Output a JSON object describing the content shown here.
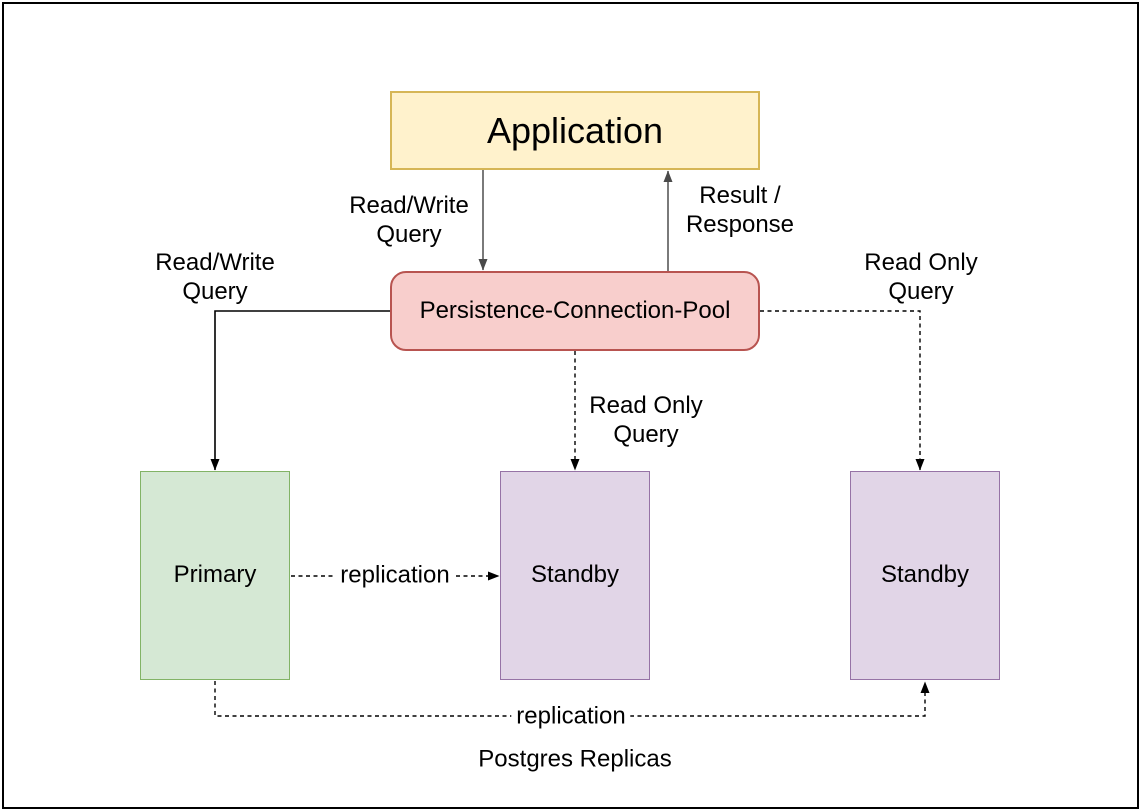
{
  "diagram": {
    "nodes": {
      "application": {
        "label": "Application",
        "fill": "#FFF2CC",
        "stroke": "#D6B656"
      },
      "connection_pool": {
        "label": "Persistence-Connection-Pool",
        "fill": "#F8CECC",
        "stroke": "#B85450"
      },
      "primary": {
        "label": "Primary",
        "fill": "#D5E8D4",
        "stroke": "#82B366"
      },
      "standby_1": {
        "label": "Standby",
        "fill": "#E1D5E7",
        "stroke": "#9673A6"
      },
      "standby_2": {
        "label": "Standby",
        "fill": "#E1D5E7",
        "stroke": "#9673A6"
      }
    },
    "edge_labels": {
      "read_write_top": "Read/Write\nQuery",
      "result_response": "Result /\nResponse",
      "read_write_left": "Read/Write\nQuery",
      "read_only_right": "Read Only\nQuery",
      "read_only_center": "Read Only\nQuery",
      "replication_mid": "replication",
      "replication_bottom": "replication"
    },
    "caption": "Postgres Replicas",
    "colors": {
      "edge_black": "#000000",
      "edge_gray": "#595959",
      "background": "#FFFFFF",
      "frame_border": "#000000"
    }
  }
}
